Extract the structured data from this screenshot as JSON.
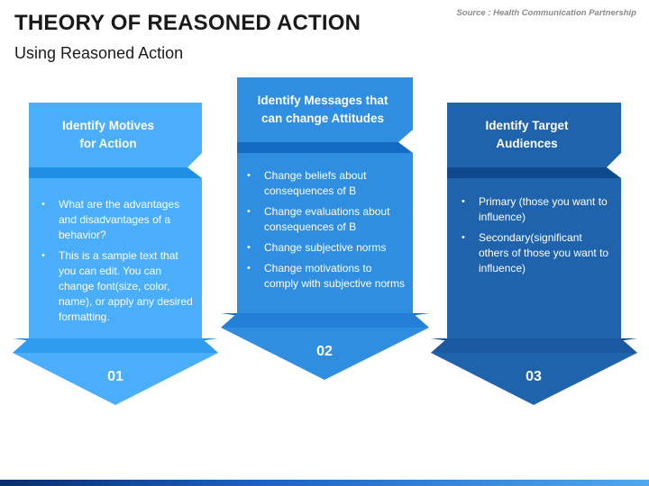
{
  "header": {
    "title": "THEORY OF REASONED ACTION",
    "subtitle": "Using Reasoned Action",
    "source": "Source : Health Communication Partnership"
  },
  "colors": {
    "step1_light": "#4aaefb",
    "step1_dark": "#1f8fe6",
    "step2_light": "#2f8ee0",
    "step2_dark": "#136bc4",
    "step3_light": "#1f63ad",
    "step3_dark": "#0f4a8c"
  },
  "steps": [
    {
      "title_line1": "Identify Motives",
      "title_line2": "for Action",
      "bullets": [
        "What are the advantages and disadvantages of a behavior?",
        "This is a sample text that you can edit. You can change font(size, color, name), or apply any desired formatting."
      ],
      "number": "01"
    },
    {
      "title_line1": "Identify Messages that",
      "title_line2": "can change Attitudes",
      "bullets": [
        "Change beliefs about consequences of B",
        "Change evaluations about consequences of B",
        "Change subjective norms",
        "Change motivations to comply with subjective norms"
      ],
      "number": "02"
    },
    {
      "title_line1": "Identify Target",
      "title_line2": "Audiences",
      "bullets": [
        "Primary (those you want to influence)",
        "Secondary(significant others of those you want to influence)"
      ],
      "number": "03"
    }
  ]
}
